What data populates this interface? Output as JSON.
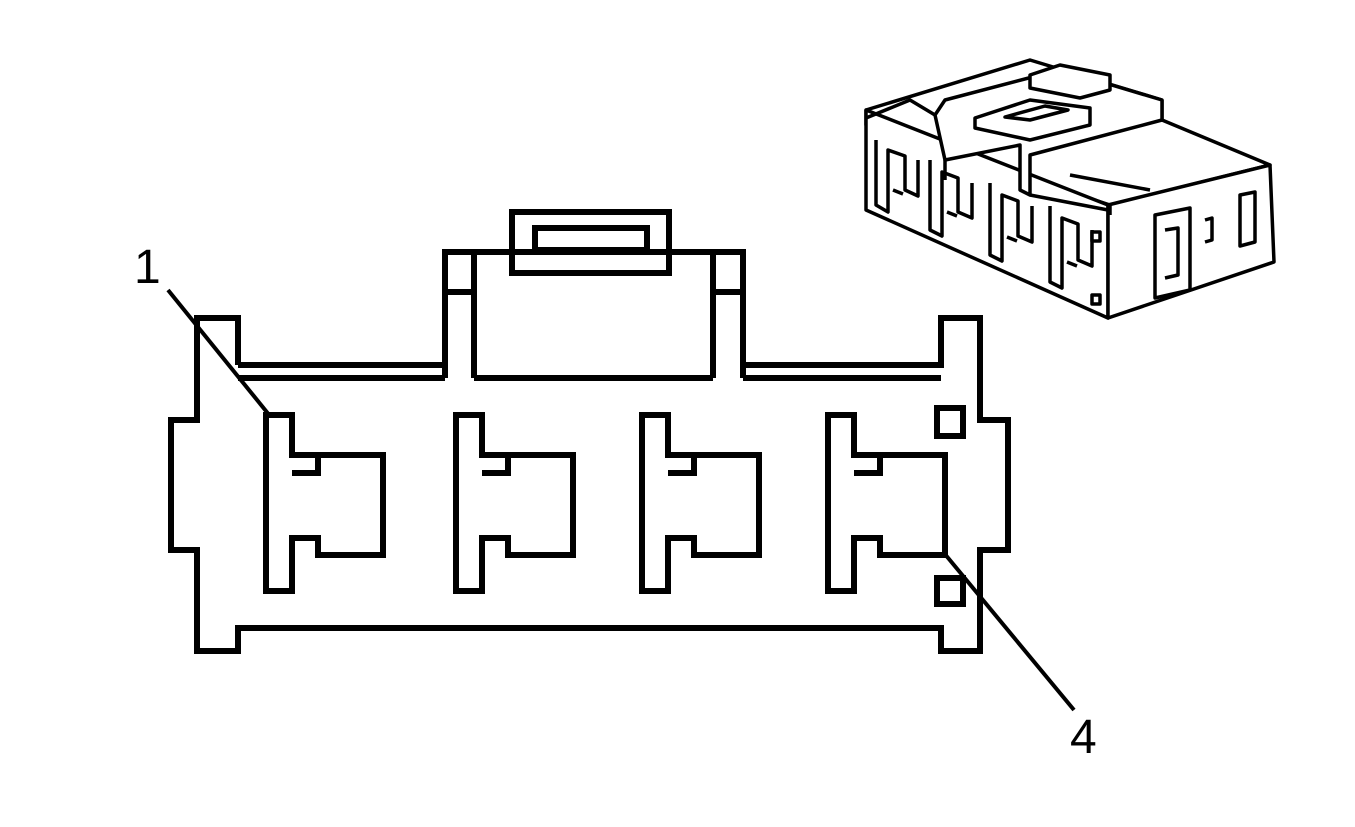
{
  "diagram": {
    "type": "connector-end-view",
    "pin_labels": {
      "first": "1",
      "last": "4"
    },
    "cavity_count": 4,
    "line_color": "#000000",
    "background_color": "#ffffff"
  }
}
